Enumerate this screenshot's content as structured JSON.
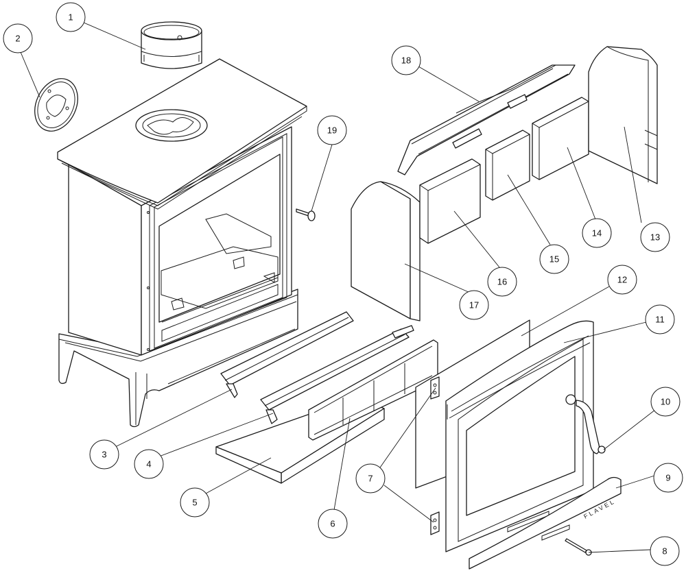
{
  "diagram": {
    "callouts": [
      "1",
      "2",
      "3",
      "4",
      "5",
      "6",
      "7",
      "7",
      "8",
      "9",
      "10",
      "11",
      "12",
      "13",
      "14",
      "15",
      "16",
      "17",
      "18",
      "19"
    ],
    "brand_mark": "FLAVEL"
  }
}
